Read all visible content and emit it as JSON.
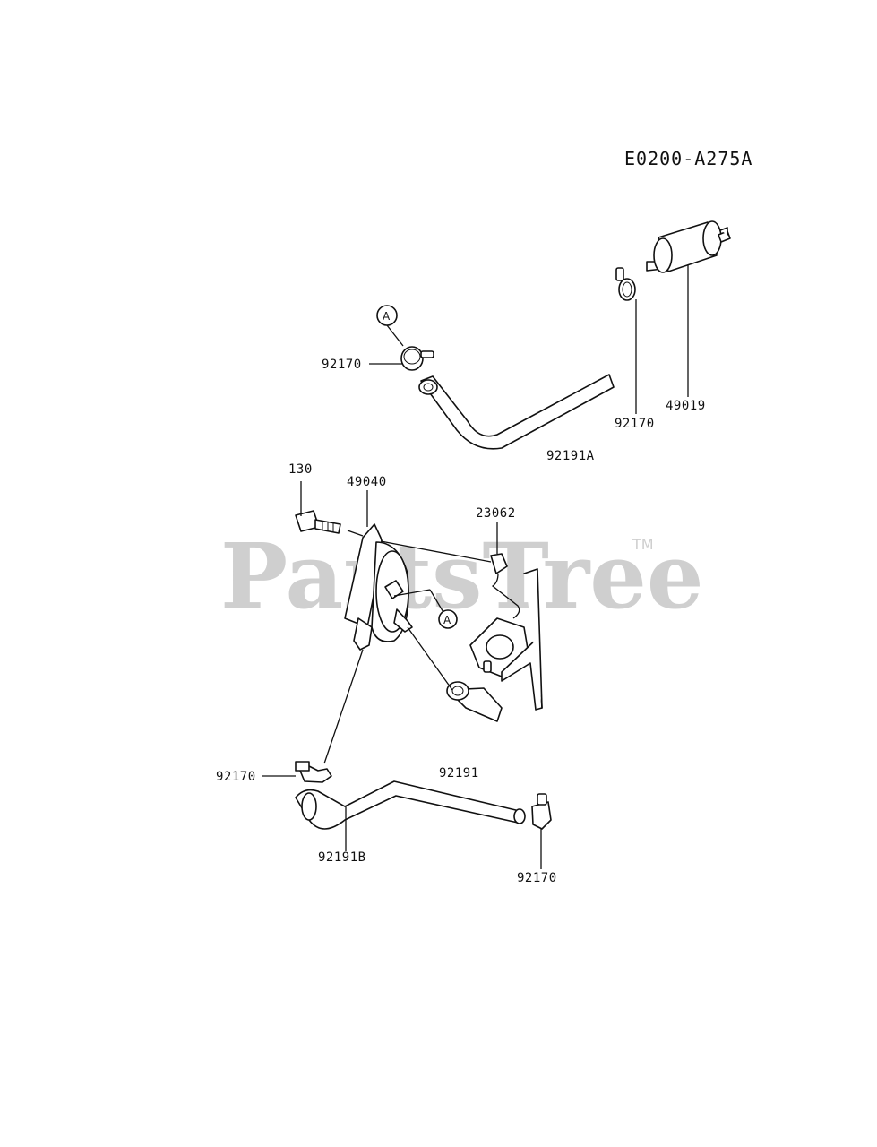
{
  "diagram": {
    "code": "E0200-A275A",
    "watermark": "PartsTree",
    "watermark_tm": "TM",
    "ref_marker": "A",
    "labels": {
      "clamp_top_left": "92170",
      "clamp_top_right": "92170",
      "fuel_filter": "49019",
      "hose_top": "92191A",
      "bolt": "130",
      "fuel_pump": "49040",
      "bracket": "23062",
      "clamp_bottom_left": "92170",
      "hose_bottom_mid": "92191",
      "hose_bottom": "92191B",
      "clamp_bottom_right": "92170"
    }
  }
}
